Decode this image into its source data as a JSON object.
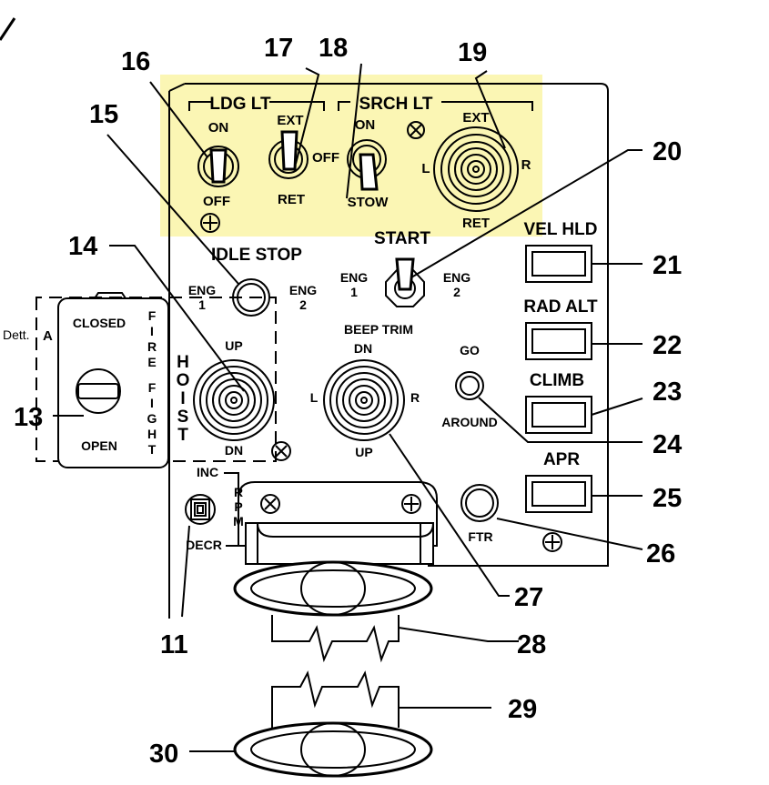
{
  "highlight_color": "#fbf6b4",
  "panel": {
    "ldg_lt": "LDG LT",
    "srch_lt": "SRCH LT",
    "on": "ON",
    "off": "OFF",
    "ext": "EXT",
    "off2": "OFF",
    "ret": "RET",
    "on2": "ON",
    "stow": "STOW",
    "ext2": "EXT",
    "l": "L",
    "r": "R",
    "ret2": "RET",
    "idle_stop": "IDLE STOP",
    "eng": "ENG",
    "one": "1",
    "two": "2",
    "start": "START",
    "start_eng": "ENG",
    "start_one": "1",
    "start_eng2": "ENG",
    "start_two": "2",
    "beep_trim": "BEEP TRIM",
    "dn": "DN",
    "up": "UP",
    "bl": "L",
    "br": "R",
    "go": "GO",
    "around": "AROUND",
    "hoist_up": "UP",
    "hoist_dn": "DN",
    "hoist_letters": [
      "H",
      "O",
      "I",
      "S",
      "T"
    ],
    "inc": "INC",
    "rpm_letters": [
      "R",
      "P",
      "M"
    ],
    "decr": "DECR",
    "ftr": "FTR",
    "vel_hld": "VEL HLD",
    "rad_alt": "RAD ALT",
    "climb": "CLIMB",
    "apr": "APR",
    "closed": "CLOSED",
    "open": "OPEN",
    "fire_letters": [
      "F",
      "I",
      "R",
      "E"
    ],
    "fight_letters": [
      "F",
      "I",
      "G",
      "H",
      "T"
    ],
    "dett": "Dett.",
    "a": "A"
  },
  "callouts": [
    "11",
    "13",
    "14",
    "15",
    "16",
    "17",
    "18",
    "19",
    "20",
    "21",
    "22",
    "23",
    "24",
    "25",
    "26",
    "27",
    "28",
    "29",
    "30"
  ]
}
